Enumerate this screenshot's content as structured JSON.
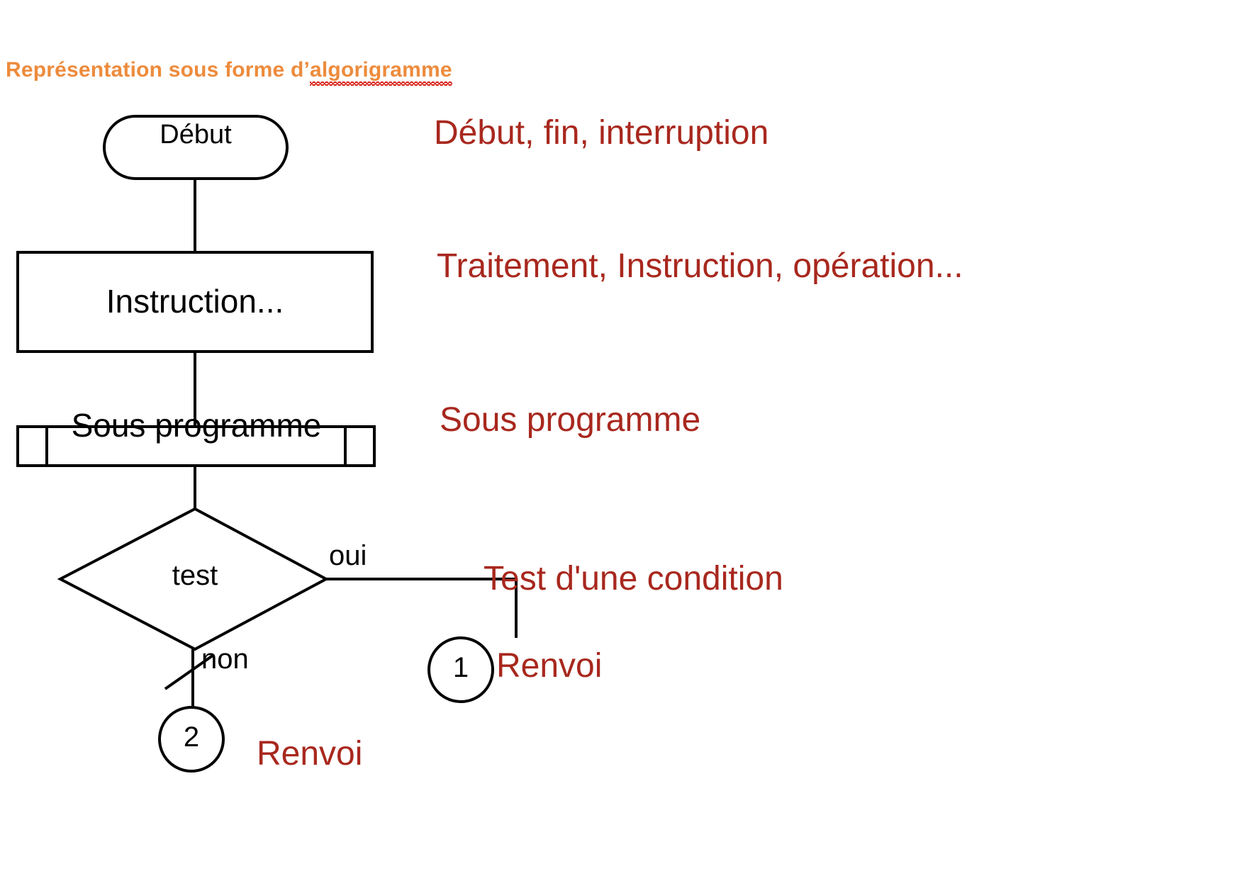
{
  "title": {
    "prefix": "Représentation sous forme d’",
    "misspelled_word": "algorigramme",
    "color": "#ED8B3C",
    "spellcheck_underline_color": "#D8251C"
  },
  "colors": {
    "shape_stroke": "#000000",
    "shape_fill": "#FFFFFF",
    "legend_text": "#A8281E",
    "node_text": "#000000"
  },
  "flowchart": {
    "nodes": [
      {
        "id": "start",
        "shape": "terminator",
        "label": "Début"
      },
      {
        "id": "process",
        "shape": "rectangle",
        "label": "Instruction..."
      },
      {
        "id": "subproc",
        "shape": "predefined-process",
        "label": "Sous programme"
      },
      {
        "id": "decision",
        "shape": "diamond",
        "label": "test"
      },
      {
        "id": "conn1",
        "shape": "circle",
        "label": "1"
      },
      {
        "id": "conn2",
        "shape": "circle",
        "label": "2"
      }
    ],
    "edge_labels": {
      "yes": "oui",
      "no": "non"
    }
  },
  "legend": [
    {
      "key": "terminator",
      "text": "Début, fin, interruption"
    },
    {
      "key": "process",
      "text": "Traitement, Instruction, opération..."
    },
    {
      "key": "predefined-process",
      "text": "Sous programme"
    },
    {
      "key": "decision",
      "text": "Test d'une condition"
    },
    {
      "key": "connector-1",
      "text": "Renvoi"
    },
    {
      "key": "connector-2",
      "text": "Renvoi"
    }
  ]
}
